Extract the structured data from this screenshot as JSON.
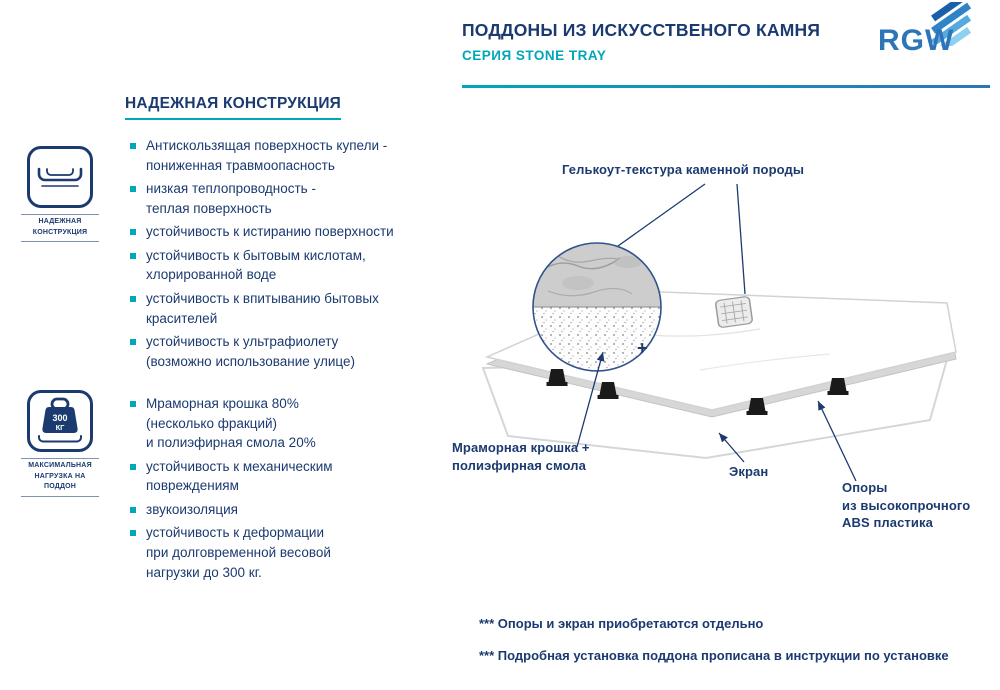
{
  "colors": {
    "navy": "#1b3a70",
    "teal": "#00a7b8",
    "logo": "#2e74b9"
  },
  "header": {
    "title": "ПОДДОНЫ ИЗ ИСКУССТВЕНОГО КАМНЯ",
    "subtitle": "СЕРИЯ STONE TRAY",
    "logo_text": "RGW"
  },
  "left": {
    "heading": "НАДЕЖНАЯ КОНСТРУКЦИЯ",
    "badge1": {
      "caption": "НАДЕЖНАЯ\nКОНСТРУКЦИЯ"
    },
    "badge2": {
      "caption": "МАКСИМАЛЬНАЯ\nНАГРУЗКА НА ПОДДОН",
      "weight_top": "300",
      "weight_bottom": "КГ"
    },
    "list1": [
      "Антискользящая поверхность купели -\nпониженная травмоопасность",
      "низкая теплопроводность -\nтеплая поверхность",
      "устойчивость к истиранию поверхности",
      "устойчивость к бытовым кислотам,\nхлорированной воде",
      "устойчивость к впитыванию бытовых\nкрасителей",
      "устойчивость к ультрафиолету\n(возможно использование улице)"
    ],
    "list2": [
      "Мраморная крошка 80%\n(несколько фракций)\nи полиэфирная смола 20%",
      "устойчивость к механическим\nповреждениям",
      "звукоизоляция",
      "устойчивость к деформации\nпри долговременной весовой\nнагрузки до 300 кг."
    ]
  },
  "diagram": {
    "labels": {
      "gelcoat": "Гелькоут-текстура каменной породы",
      "marble": "Мраморная крошка +\nполиэфирная смола",
      "screen": "Экран",
      "supports": "Опоры\nиз высокопрочного\nABS пластика"
    },
    "plus": "+"
  },
  "footnotes": [
    "*** Опоры и экран приобретаются отдельно",
    "*** Подробная установка поддона прописана в инструкции по установке"
  ]
}
